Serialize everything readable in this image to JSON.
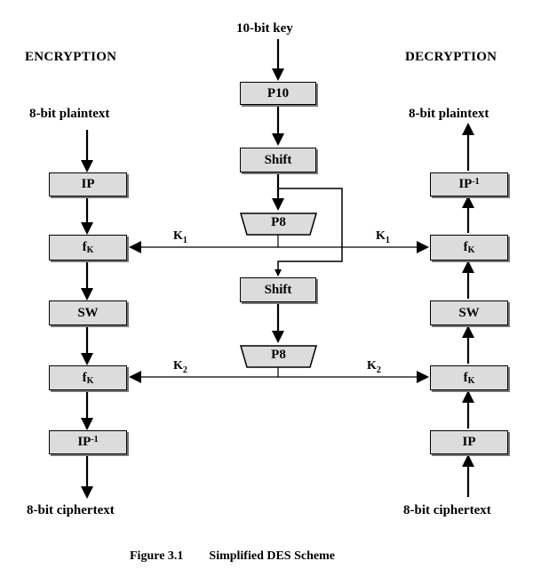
{
  "top": {
    "key_label": "10-bit key"
  },
  "encryption": {
    "heading": "ENCRYPTION",
    "input_label": "8-bit plaintext",
    "output_label": "8-bit ciphertext",
    "boxes": {
      "ip": "IP",
      "fk1": "f",
      "fk1_sub": "K",
      "sw": "SW",
      "fk2": "f",
      "fk2_sub": "K",
      "ipinv": "IP",
      "ipinv_sup": "-1"
    }
  },
  "decryption": {
    "heading": "DECRYPTION",
    "output_label": "8-bit plaintext",
    "input_label": "8-bit ciphertext",
    "boxes": {
      "ipinv": "IP",
      "ipinv_sup": "-1",
      "fk1": "f",
      "fk1_sub": "K",
      "sw": "SW",
      "fk2": "f",
      "fk2_sub": "K",
      "ip": "IP"
    }
  },
  "keygen": {
    "p10": "P10",
    "shift1": "Shift",
    "p8_1": "P8",
    "shift2": "Shift",
    "p8_2": "P8"
  },
  "keys": {
    "k1": "K",
    "k1_sub": "1",
    "k2": "K",
    "k2_sub": "2"
  },
  "caption": {
    "figure": "Figure 3.1",
    "title": "Simplified DES Scheme"
  }
}
